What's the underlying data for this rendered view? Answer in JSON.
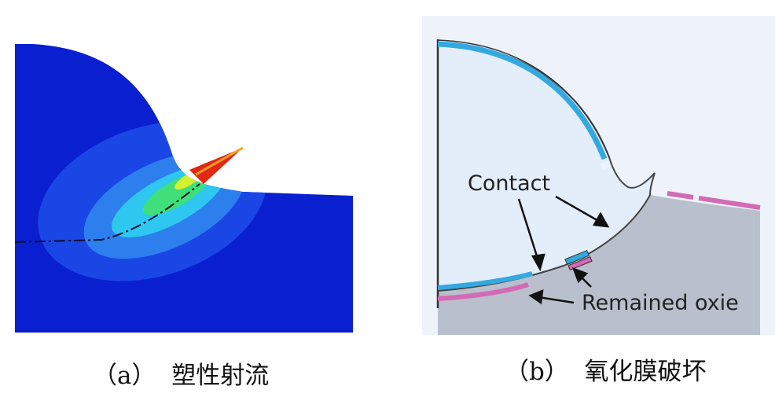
{
  "panel_a": {
    "caption": "（a）  塑性射流"
  },
  "panel_b": {
    "caption": "（b）  氧化膜破坏",
    "labels": {
      "contact": "Contact",
      "remained_oxide": "Remained oxie"
    }
  },
  "colors": {
    "fem_dark_blue": "#0a1fd0",
    "fem_blue": "#1b46e6",
    "fem_light_blue": "#2d7fee",
    "fem_cyan": "#2ec7f0",
    "fem_green": "#3fe07a",
    "fem_yellow": "#d6f030",
    "fem_red": "#e02812",
    "particle_fill": "#e4eefb",
    "substrate_fill": "#b9bfcc",
    "oxide_blue": "#33a9e0",
    "oxide_pink": "#d36ab5",
    "background_b": "#eef3fb"
  }
}
